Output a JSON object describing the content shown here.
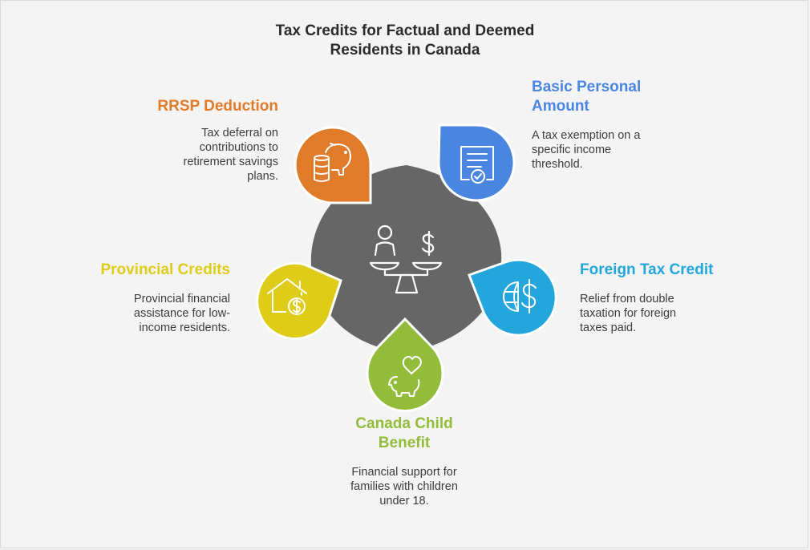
{
  "title_line1": "Tax Credits for Factual and Deemed",
  "title_line2": "Residents in Canada",
  "colors": {
    "background": "#f4f4f4",
    "hub": "#666666",
    "rrsp": "#e07b2a",
    "basic": "#4a86e0",
    "foreign": "#22a6dc",
    "child": "#93bc3b",
    "provincial": "#dfcc18"
  },
  "hub_icon": "scale-person-dollar-icon",
  "items": {
    "rrsp": {
      "heading": "RRSP Deduction",
      "desc1": "Tax deferral on",
      "desc2": "contributions to",
      "desc3": "retirement savings",
      "desc4": "plans.",
      "icon": "piggy-bank-coins-icon"
    },
    "basic": {
      "heading1": "Basic Personal",
      "heading2": "Amount",
      "desc1": "A tax exemption on a",
      "desc2": "specific income",
      "desc3": "threshold.",
      "icon": "certificate-icon"
    },
    "foreign": {
      "heading": "Foreign Tax Credit",
      "desc1": "Relief from double",
      "desc2": "taxation for foreign",
      "desc3": "taxes paid.",
      "icon": "globe-dollar-icon"
    },
    "child": {
      "heading1": "Canada Child",
      "heading2": "Benefit",
      "desc1": "Financial support for",
      "desc2": "families with children",
      "desc3": "under 18.",
      "icon": "piggy-heart-icon"
    },
    "provincial": {
      "heading": "Provincial Credits",
      "desc1": "Provincial financial",
      "desc2": "assistance for low-",
      "desc3": "income residents.",
      "icon": "house-dollar-icon"
    }
  }
}
